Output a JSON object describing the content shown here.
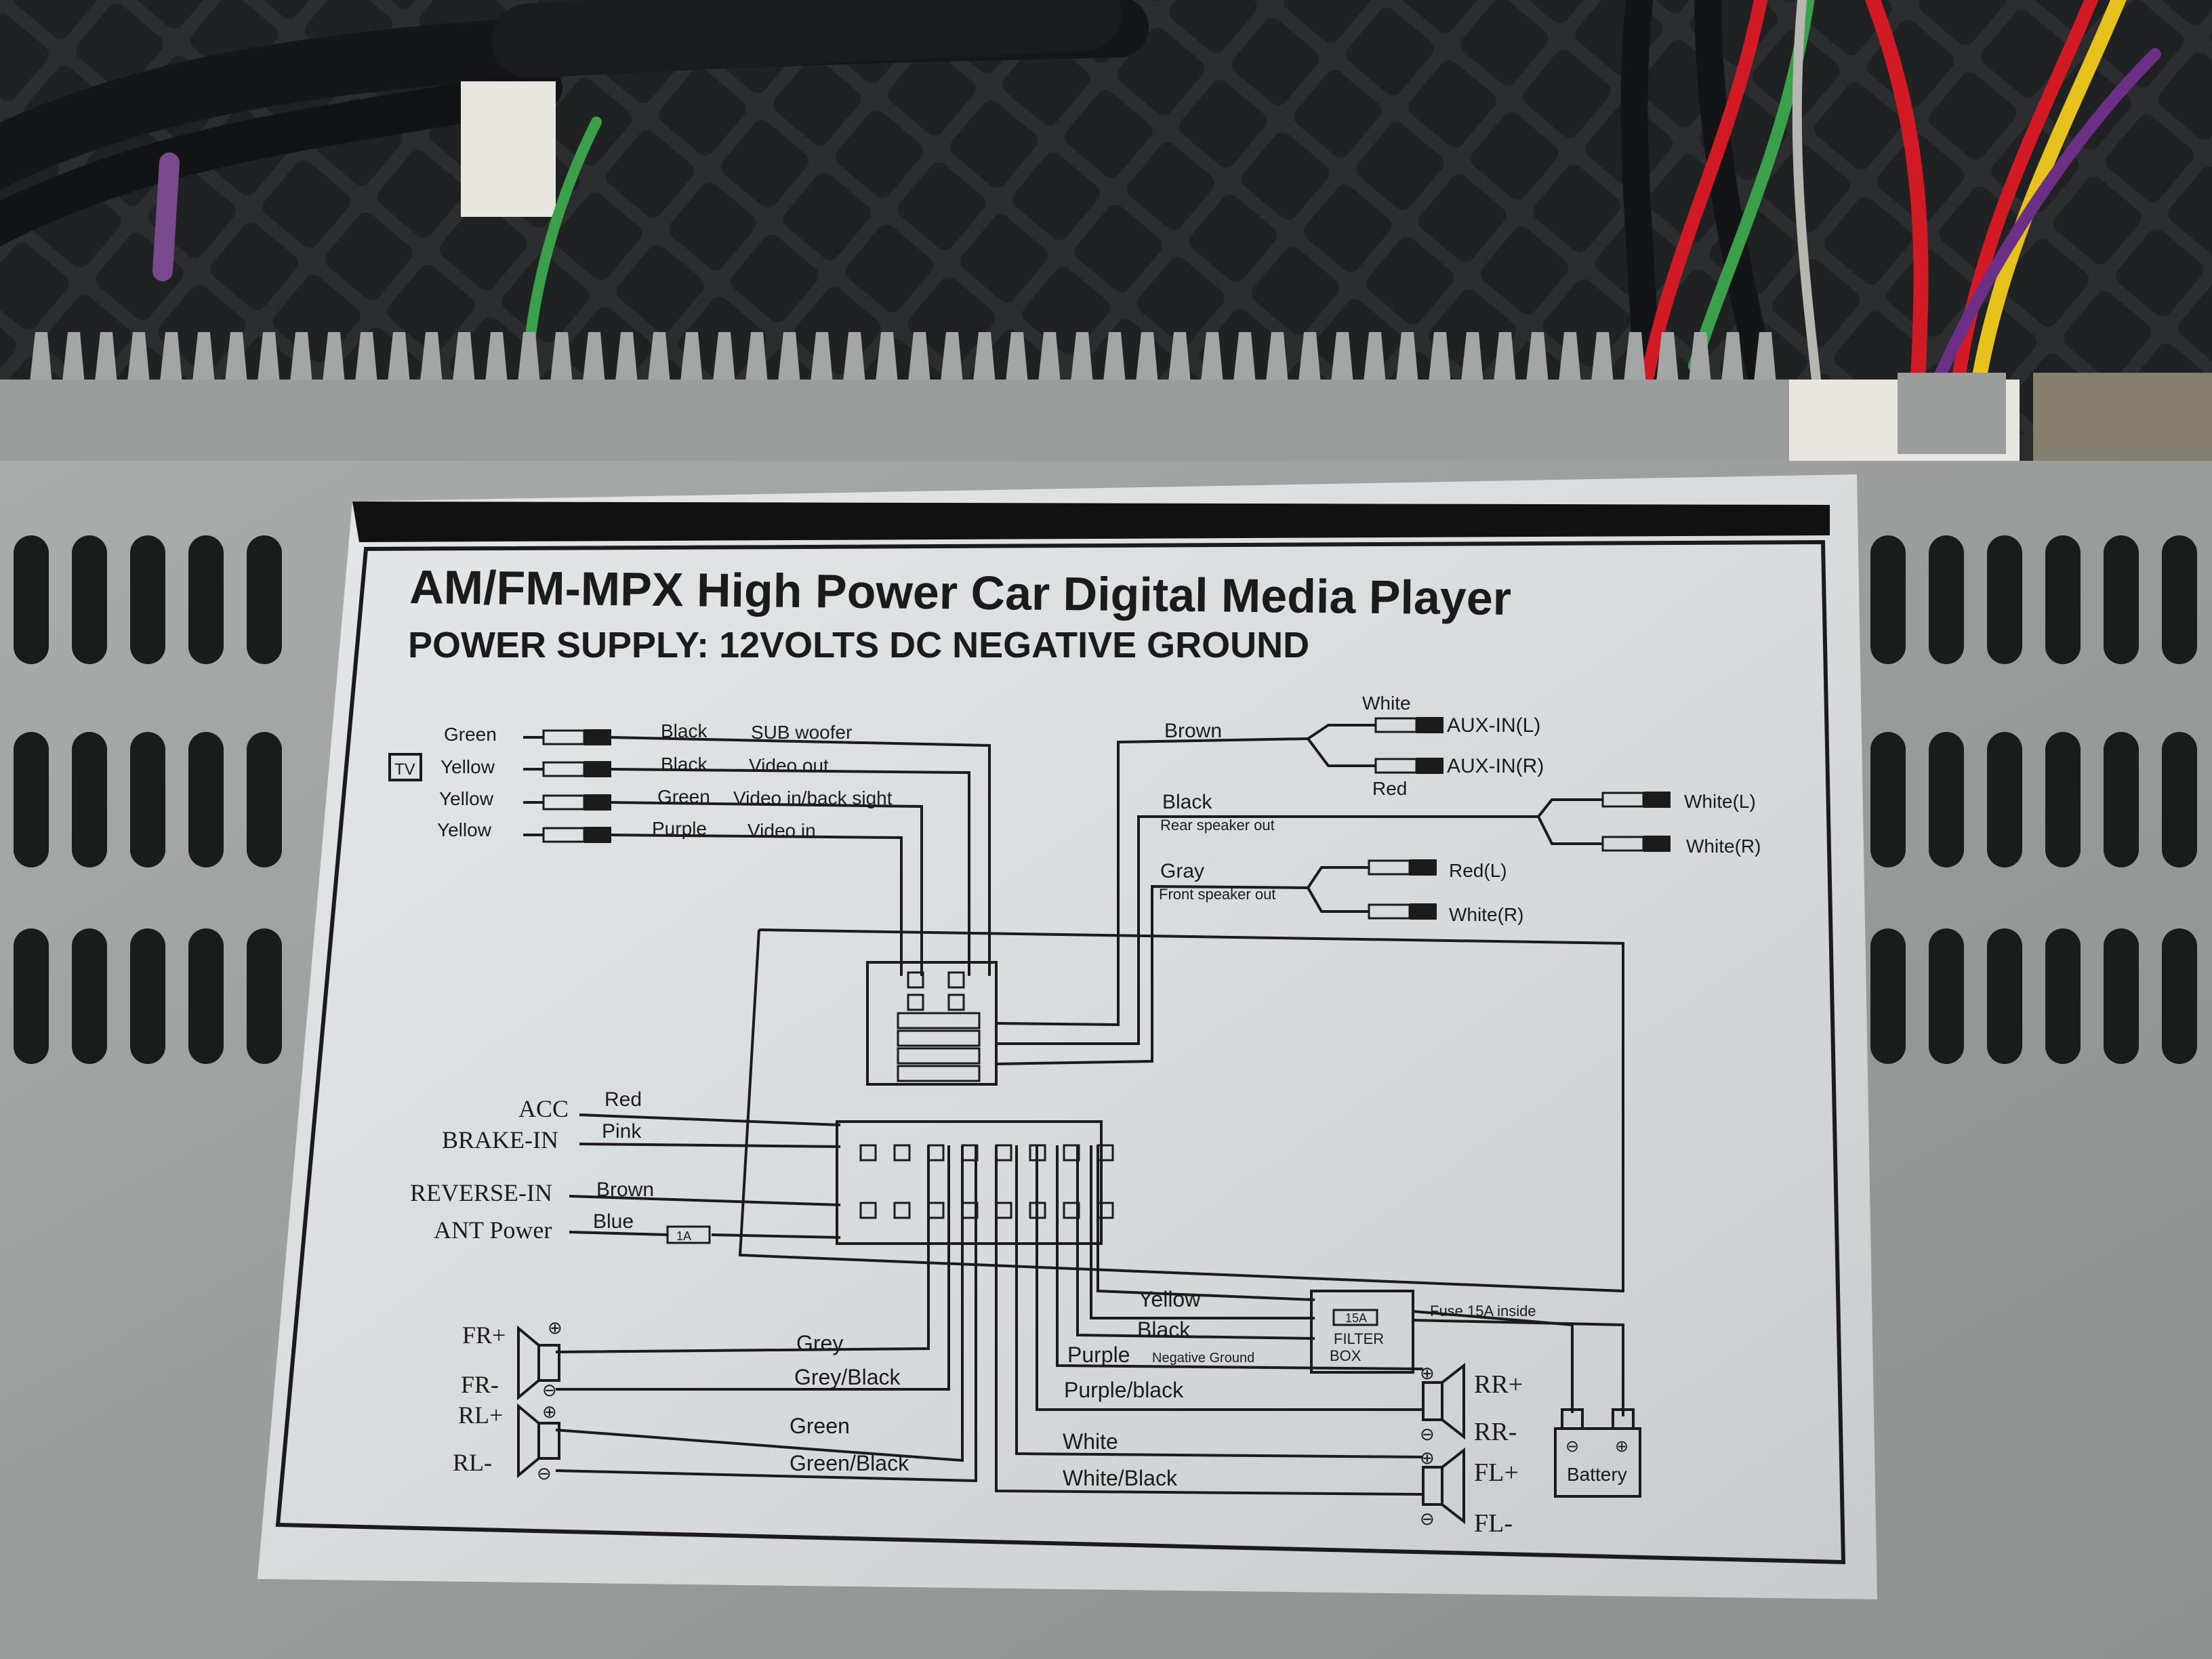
{
  "title": "AM/FM-MPX High Power Car Digital Media Player",
  "subtitle": "POWER SUPPLY: 12VOLTS DC NEGATIVE GROUND",
  "colors": {
    "metal": "#9ea1a0",
    "label_bg": "#d9dcdd",
    "ink": "#1b1b1b",
    "wire_red": "#d11a24",
    "wire_green": "#3aa14a",
    "wire_yellow": "#e8c21c",
    "wire_purple": "#6b2f86"
  },
  "rca_left": [
    {
      "color": "Green",
      "wire": "Black",
      "function": "SUB woofer"
    },
    {
      "color": "Yellow",
      "wire": "Black",
      "function": "Video out"
    },
    {
      "color": "Yellow",
      "wire": "Green",
      "function": "Video in/back sight"
    },
    {
      "color": "Yellow",
      "wire": "Purple",
      "function": "Video in"
    }
  ],
  "tv_label": "TV",
  "aux": {
    "wire": "Brown",
    "top_color": "White",
    "bottom_color": "Red",
    "left": "AUX-IN(L)",
    "right": "AUX-IN(R)"
  },
  "rear_out": {
    "wire": "Black",
    "desc": "Rear speaker out",
    "left": "White(L)",
    "right": "White(R)"
  },
  "front_out": {
    "wire": "Gray",
    "desc": "Front speaker out",
    "left": "Red(L)",
    "right": "White(R)"
  },
  "control_inputs": [
    {
      "name": "ACC",
      "wire": "Red"
    },
    {
      "name": "BRAKE-IN",
      "wire": "Pink"
    },
    {
      "name": "REVERSE-IN",
      "wire": "Brown"
    },
    {
      "name": "ANT Power",
      "wire": "Blue"
    }
  ],
  "fuse_1a": "1A",
  "left_speakers": [
    {
      "plus": "FR+",
      "minus": "FR-",
      "wire_plus": "Grey",
      "wire_minus": "Grey/Black"
    },
    {
      "plus": "RL+",
      "minus": "RL-",
      "wire_plus": "Green",
      "wire_minus": "Green/Black"
    }
  ],
  "power_wires": {
    "yellow": "Yellow",
    "black": "Black",
    "purple": "Purple",
    "negative_ground": "Negative Ground"
  },
  "filter_box": {
    "fuse": "15A",
    "line1": "FILTER",
    "line2": "BOX"
  },
  "fuse_note": "Fuse 15A inside",
  "battery": "Battery",
  "right_speakers": [
    {
      "plus": "RR+",
      "minus": "RR-",
      "wire_plus": "Purple/black"
    },
    {
      "plus": "FL+",
      "minus": "FL-",
      "wire_plus": "White",
      "wire_minus": "White/Black"
    }
  ],
  "symbols": {
    "plus": "⊕",
    "minus": "⊖"
  }
}
